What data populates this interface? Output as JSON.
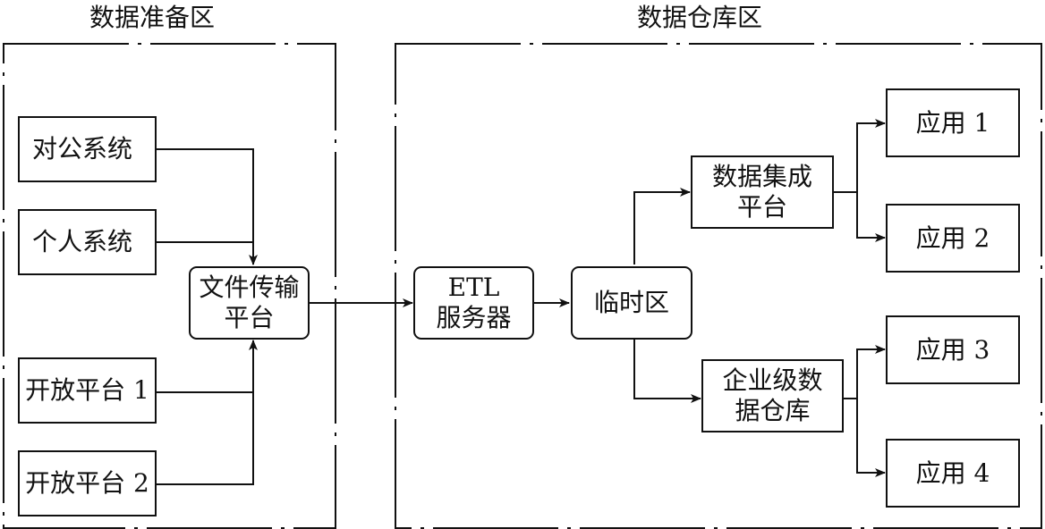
{
  "zones": {
    "prep": {
      "title": "数据准备区"
    },
    "warehouse": {
      "title": "数据仓库区"
    }
  },
  "nodes": {
    "office": {
      "lines": [
        "对公系统"
      ]
    },
    "personal": {
      "lines": [
        "个人系统"
      ]
    },
    "open1": {
      "lines": [
        "开放平台 1"
      ]
    },
    "open2": {
      "lines": [
        "开放平台 2"
      ]
    },
    "file_transfer": {
      "lines": [
        "文件传输",
        "平台"
      ]
    },
    "etl": {
      "lines": [
        "ETL",
        "服务器"
      ]
    },
    "staging": {
      "lines": [
        "临时区"
      ]
    },
    "integration": {
      "lines": [
        "数据集成",
        "平台"
      ]
    },
    "edw": {
      "lines": [
        "企业级数",
        "据仓库"
      ]
    },
    "app1": {
      "lines": [
        "应用 1"
      ]
    },
    "app2": {
      "lines": [
        "应用 2"
      ]
    },
    "app3": {
      "lines": [
        "应用 3"
      ]
    },
    "app4": {
      "lines": [
        "应用 4"
      ]
    }
  },
  "edges": [
    {
      "from": "office",
      "to": "file_transfer"
    },
    {
      "from": "personal",
      "to": "file_transfer"
    },
    {
      "from": "open1",
      "to": "file_transfer"
    },
    {
      "from": "open2",
      "to": "file_transfer"
    },
    {
      "from": "file_transfer",
      "to": "etl"
    },
    {
      "from": "etl",
      "to": "staging"
    },
    {
      "from": "staging",
      "to": "integration"
    },
    {
      "from": "staging",
      "to": "edw"
    },
    {
      "from": "integration",
      "to": "app1"
    },
    {
      "from": "integration",
      "to": "app2"
    },
    {
      "from": "edw",
      "to": "app3"
    },
    {
      "from": "edw",
      "to": "app4"
    }
  ]
}
